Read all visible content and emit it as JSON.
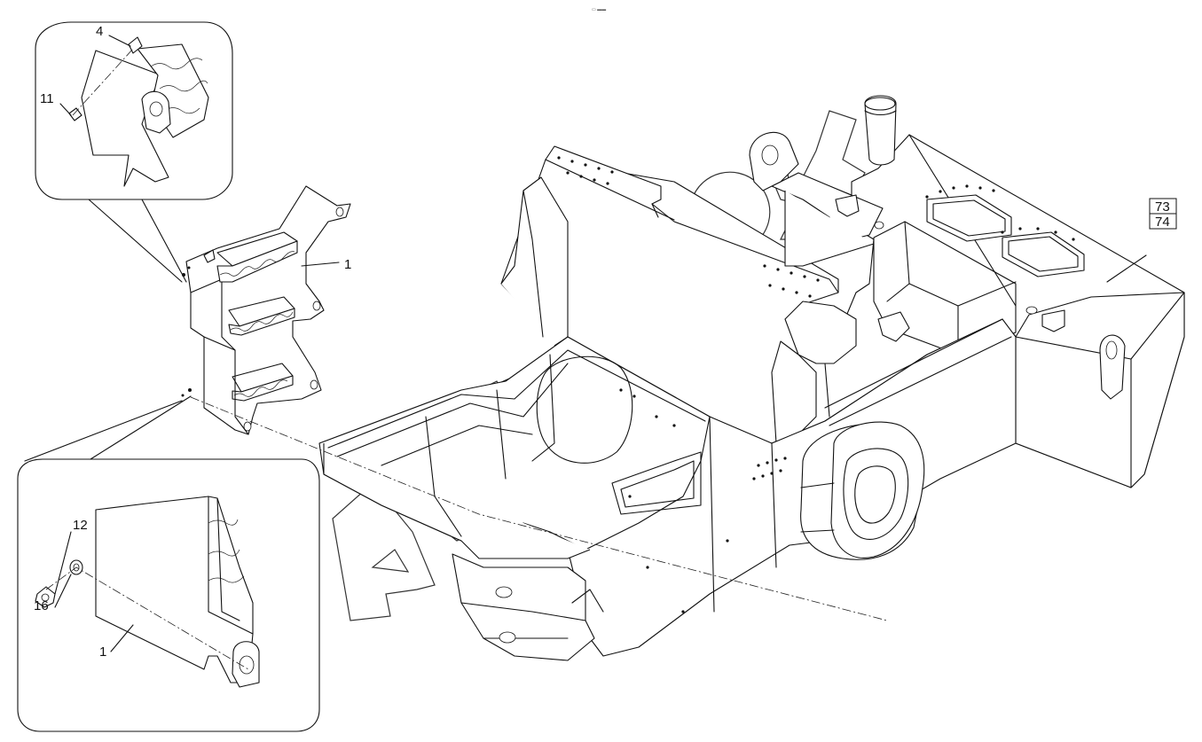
{
  "callouts": {
    "c4": "4",
    "c11": "11",
    "c1_step": "1",
    "c12": "12",
    "c16": "16",
    "c1_detail": "1",
    "c73": "73",
    "c74": "74"
  },
  "header_mark": "▭ ▬▬",
  "colors": {
    "line": "#111111",
    "background": "#ffffff"
  }
}
